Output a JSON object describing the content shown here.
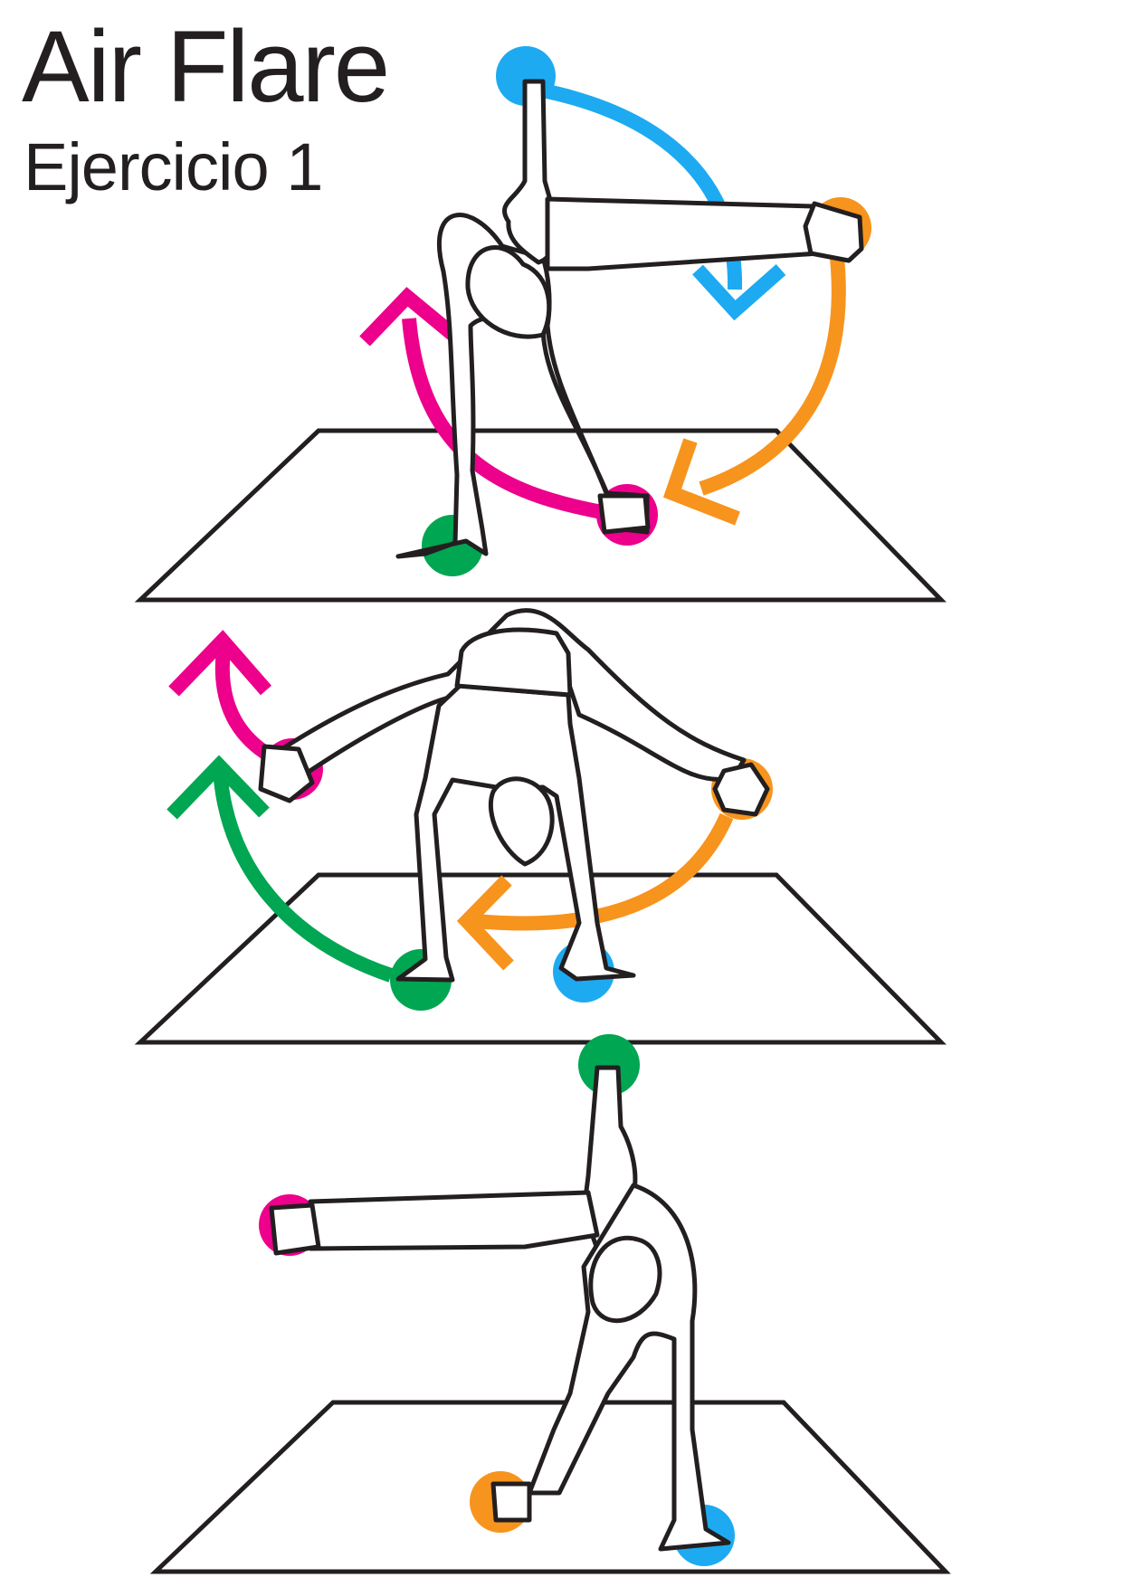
{
  "title": "Air Flare",
  "subtitle": "Ejercicio 1",
  "limb_colors": {
    "blue": "#1eaaf1",
    "orange": "#f7941d",
    "magenta": "#ec008c",
    "green": "#00a651"
  },
  "outline_color": "#231f20",
  "frames": [
    {
      "frame": 1,
      "support": [
        "green",
        "magenta"
      ],
      "moving": [
        "blue",
        "orange",
        "magenta"
      ]
    },
    {
      "frame": 2,
      "support": [
        "green",
        "blue"
      ],
      "moving": [
        "magenta",
        "green",
        "orange"
      ]
    },
    {
      "frame": 3,
      "support": [
        "orange",
        "blue"
      ],
      "moving": []
    }
  ]
}
